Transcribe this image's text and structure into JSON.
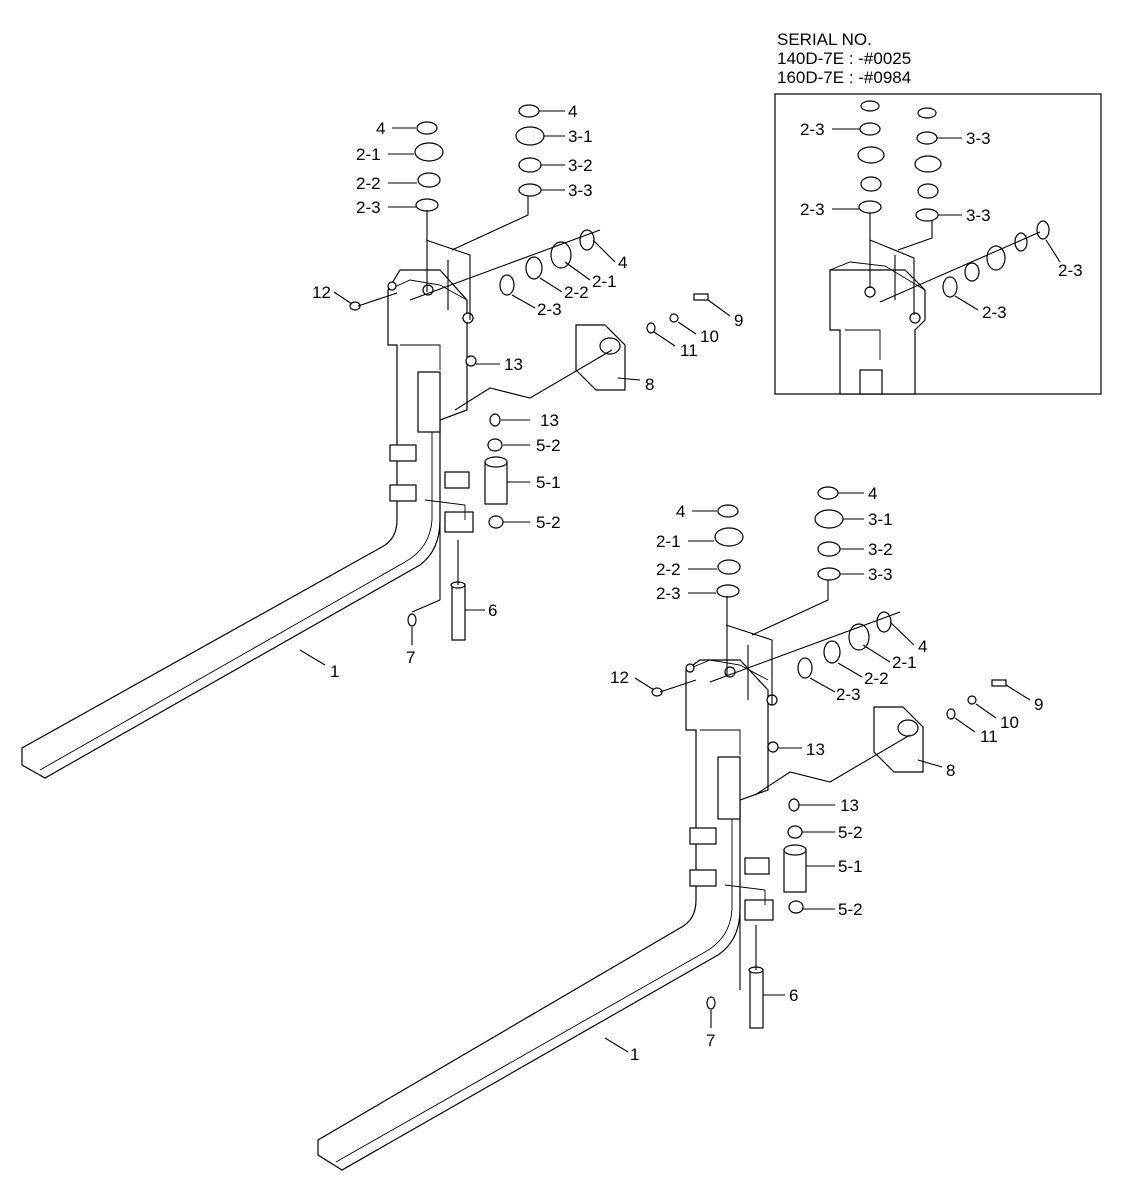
{
  "serial": {
    "title": "SERIAL NO.",
    "line1": "140D-7E : -#0025",
    "line2": "160D-7E : -#0984"
  },
  "labels": {
    "p1": "1",
    "p2_1": "2-1",
    "p2_2": "2-2",
    "p2_3": "2-3",
    "p3_1": "3-1",
    "p3_2": "3-2",
    "p3_3": "3-3",
    "p4": "4",
    "p5_1": "5-1",
    "p5_2": "5-2",
    "p6": "6",
    "p7": "7",
    "p8": "8",
    "p9": "9",
    "p10": "10",
    "p11": "11",
    "p12": "12",
    "p13": "13"
  },
  "colors": {
    "line": "#000000",
    "background": "#ffffff"
  }
}
